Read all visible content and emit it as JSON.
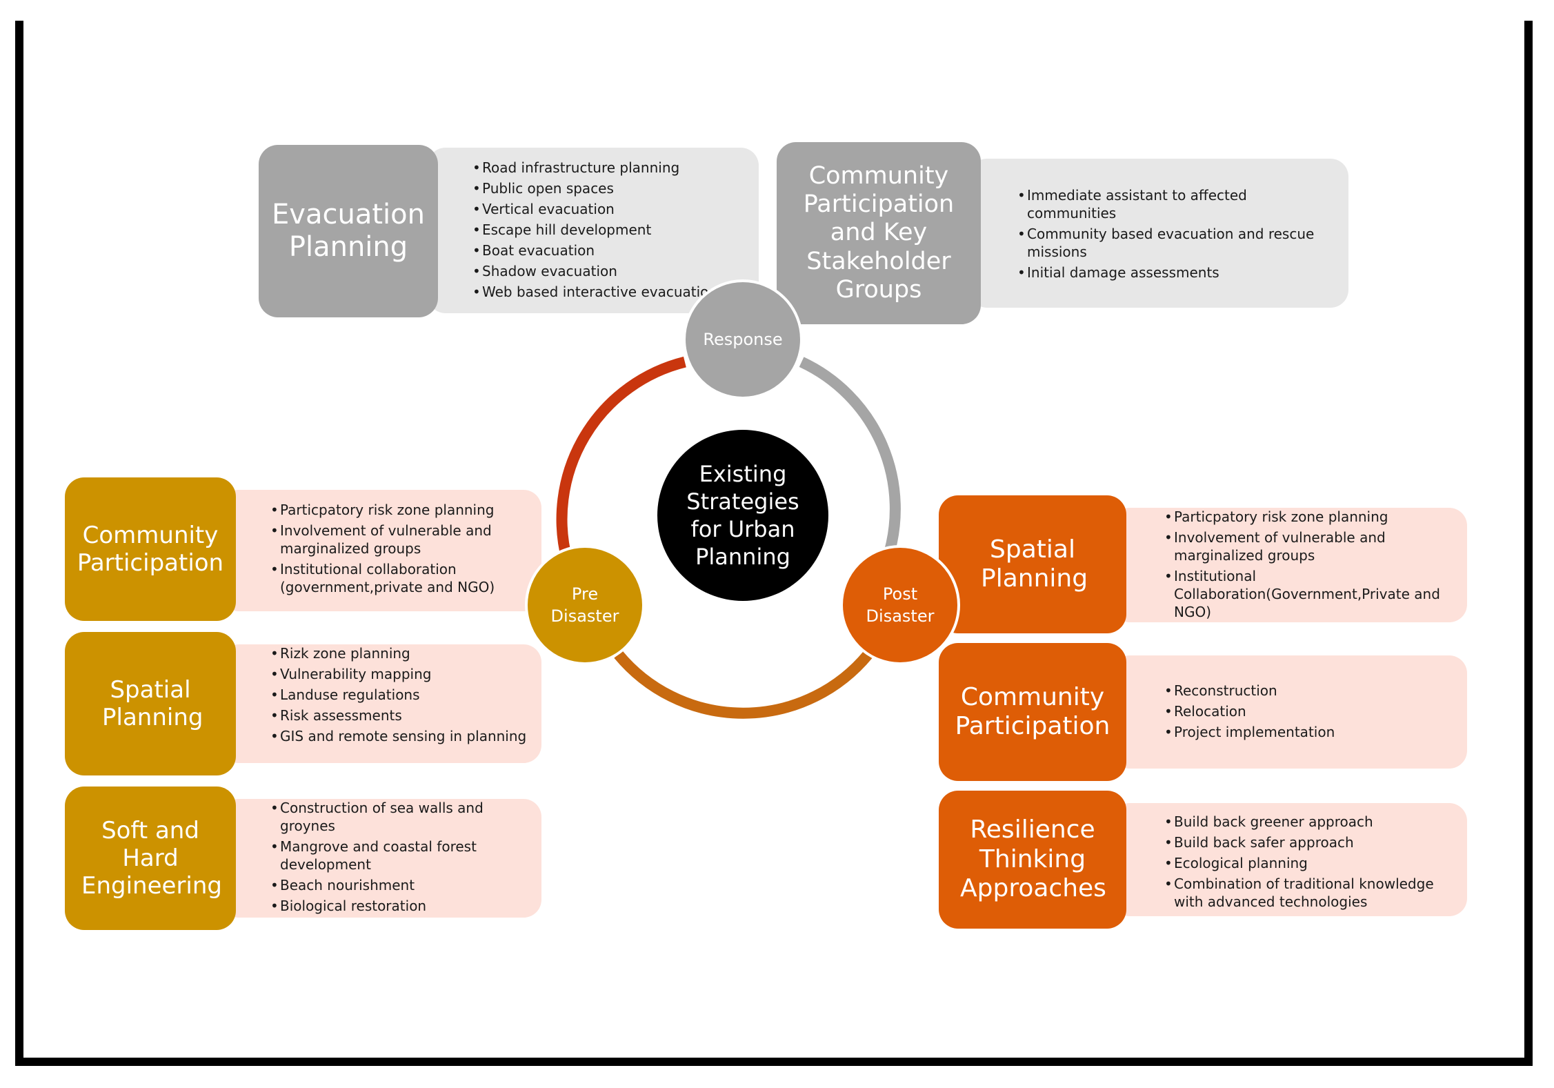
{
  "center": {
    "label": "Existing Strategies for Urban Planning"
  },
  "phases": {
    "response": {
      "label": "Response",
      "color": "#a5a5a5"
    },
    "pre": {
      "label": "Pre Disaster",
      "color": "#cc9200"
    },
    "post": {
      "label": "Post Disaster",
      "color": "#de5d06"
    }
  },
  "colors": {
    "grey_title": "#a5a5a5",
    "grey_detail": "#e7e7e7",
    "gold": "#cc9200",
    "orange": "#de5d06",
    "pink_detail": "#fde1da",
    "arc_red": "#c9360e"
  },
  "response_items": [
    {
      "title": "Evacuation Planning",
      "bullets": [
        "Road infrastructure planning",
        "Public open spaces",
        "Vertical evacuation",
        "Escape hill development",
        "Boat evacuation",
        "Shadow evacuation",
        "Web based interactive evacuation"
      ]
    },
    {
      "title": "Community Participation and Key Stakeholder Groups",
      "bullets": [
        "Immediate assistant to affected communities",
        "Community based evacuation and rescue missions",
        "Initial damage assessments"
      ]
    }
  ],
  "pre_items": [
    {
      "title": "Community Participation",
      "bullets": [
        "Particpatory risk zone planning",
        "Involvement of vulnerable and marginalized groups",
        "Institutional collaboration (government,private and NGO)"
      ]
    },
    {
      "title": "Spatial Planning",
      "bullets": [
        "Rizk zone planning",
        "Vulnerability mapping",
        "Landuse regulations",
        "Risk assessments",
        "GIS and remote sensing in planning"
      ]
    },
    {
      "title": "Soft and Hard Engineering",
      "bullets": [
        "Construction of sea walls and groynes",
        "Mangrove and coastal forest development",
        "Beach nourishment",
        "Biological restoration"
      ]
    }
  ],
  "post_items": [
    {
      "title": "Spatial Planning",
      "bullets": [
        "Particpatory risk zone planning",
        "Involvement of vulnerable and marginalized groups",
        "Institutional Collaboration(Government,Private and NGO)"
      ]
    },
    {
      "title": "Community Participation",
      "bullets": [
        "Reconstruction",
        "Relocation",
        "Project implementation"
      ]
    },
    {
      "title": "Resilience Thinking Approaches",
      "bullets": [
        "Build back greener approach",
        "Build back safer approach",
        "Ecological planning",
        "Combination of traditional knowledge with advanced technologies"
      ]
    }
  ]
}
